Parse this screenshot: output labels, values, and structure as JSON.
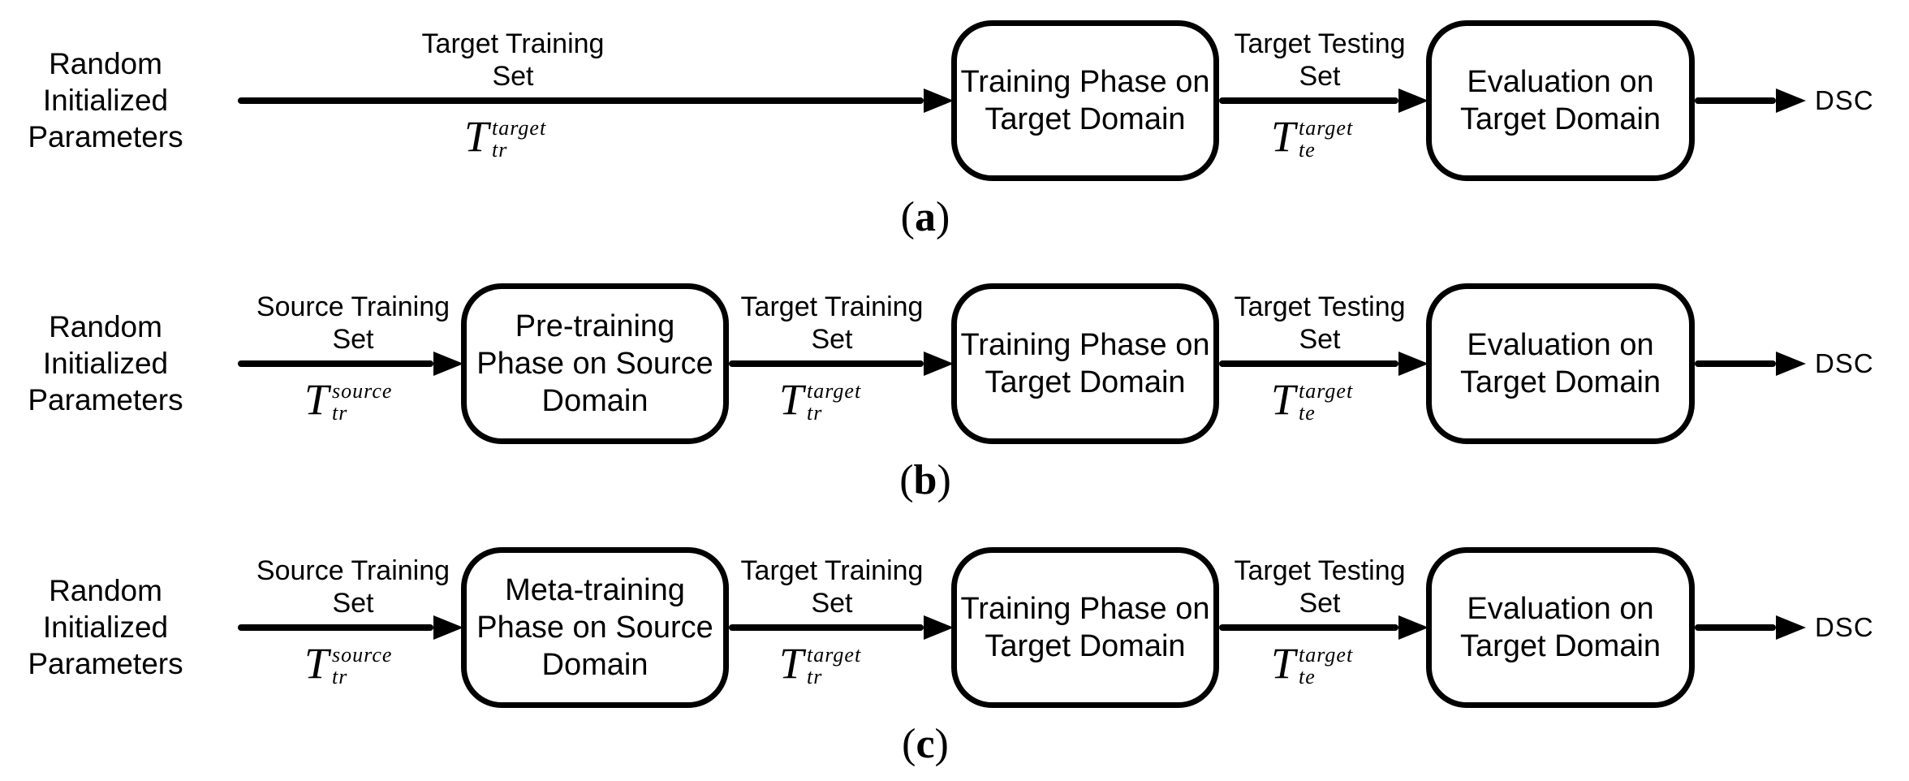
{
  "figure": {
    "background_color": "#ffffff",
    "ink_color": "#000000"
  },
  "rows": [
    {
      "caption": {
        "open": "(",
        "letter": "a",
        "close": ")"
      },
      "start_label": "Random\nInitialized\nParameters",
      "end_label": "DSC",
      "arrows": [
        {
          "label": "Target Training\nSet",
          "math": {
            "base": "T",
            "sup": "target",
            "sub": "tr"
          }
        },
        {
          "label": "Target Testing\nSet",
          "math": {
            "base": "T",
            "sup": "target",
            "sub": "te"
          }
        }
      ],
      "boxes": [
        "Training Phase on\nTarget Domain",
        "Evaluation on\nTarget Domain"
      ]
    },
    {
      "caption": {
        "open": "(",
        "letter": "b",
        "close": ")"
      },
      "start_label": "Random\nInitialized\nParameters",
      "end_label": "DSC",
      "arrows": [
        {
          "label": "Source Training\nSet",
          "math": {
            "base": "T",
            "sup": "source",
            "sub": "tr"
          }
        },
        {
          "label": "Target Training\nSet",
          "math": {
            "base": "T",
            "sup": "target",
            "sub": "tr"
          }
        },
        {
          "label": "Target Testing\nSet",
          "math": {
            "base": "T",
            "sup": "target",
            "sub": "te"
          }
        }
      ],
      "boxes": [
        "Pre-training\nPhase on Source\nDomain",
        "Training Phase on\nTarget Domain",
        "Evaluation on\nTarget Domain"
      ]
    },
    {
      "caption": {
        "open": "(",
        "letter": "c",
        "close": ")"
      },
      "start_label": "Random\nInitialized\nParameters",
      "end_label": "DSC",
      "arrows": [
        {
          "label": "Source Training\nSet",
          "math": {
            "base": "T",
            "sup": "source",
            "sub": "tr"
          }
        },
        {
          "label": "Target Training\nSet",
          "math": {
            "base": "T",
            "sup": "target",
            "sub": "tr"
          }
        },
        {
          "label": "Target Testing\nSet",
          "math": {
            "base": "T",
            "sup": "target",
            "sub": "te"
          }
        }
      ],
      "boxes": [
        "Meta-training\nPhase on Source\nDomain",
        "Training Phase on\nTarget Domain",
        "Evaluation on\nTarget Domain"
      ]
    }
  ]
}
